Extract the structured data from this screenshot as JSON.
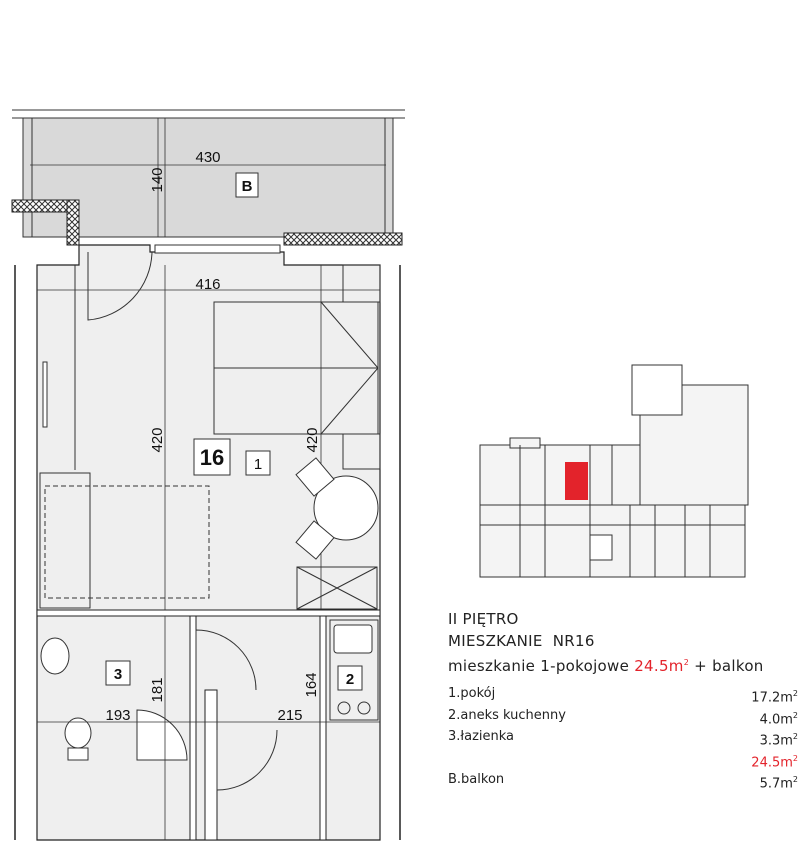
{
  "plan": {
    "apartment_number": "16",
    "rooms": [
      {
        "id": "1"
      },
      {
        "id": "2"
      },
      {
        "id": "3"
      },
      {
        "id": "B"
      }
    ],
    "dimensions": {
      "balcony_width": "430",
      "balcony_depth": "140",
      "room_width": "416",
      "room_length_left": "420",
      "room_length_right": "420",
      "bathroom_width": "193",
      "bathroom_depth": "181",
      "hall_width": "215",
      "kitchen_depth": "164"
    }
  },
  "info": {
    "floor": "II PIĘTRO",
    "apartment": "MIESZKANIE  NR16",
    "type_prefix": "mieszkanie 1-pokojowe ",
    "total_area": "24.5m",
    "type_suffix": " + balkon",
    "rows": [
      {
        "label": "1.pokój",
        "value": "17.2m"
      },
      {
        "label": "2.aneks kuchenny",
        "value": "4.0m"
      },
      {
        "label": "3.łazienka",
        "value": "3.3m"
      },
      {
        "label": "",
        "value": "24.5m"
      },
      {
        "label": "B.balkon",
        "value": "5.7m"
      }
    ],
    "sup": "2"
  },
  "colors": {
    "accent": "#e3232b",
    "room_fill": "#efefef",
    "balcony_fill": "#d9d9d9"
  }
}
